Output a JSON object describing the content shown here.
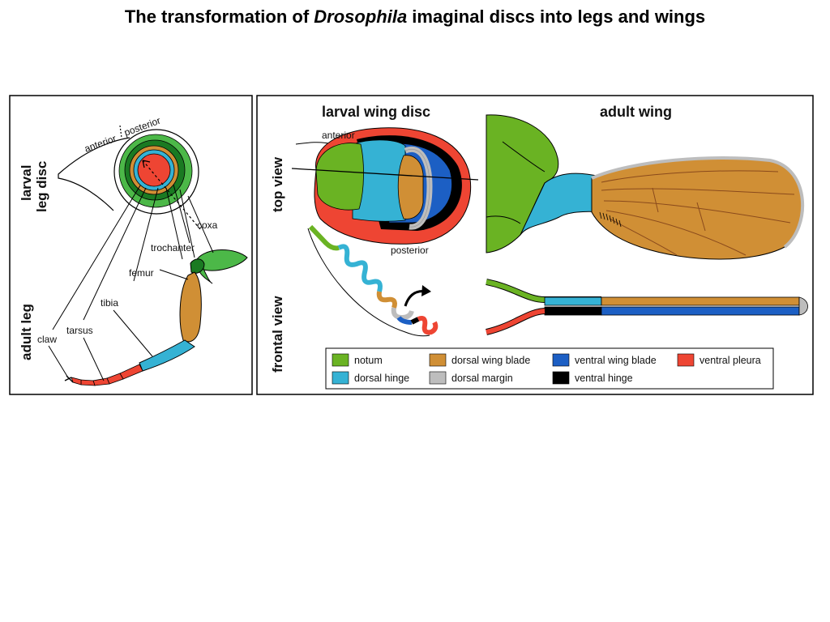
{
  "title": {
    "prefix": "The transformation of ",
    "italic": "Drosophila",
    "suffix": " imaginal discs into legs and wings"
  },
  "leg_panel": {
    "side_label_top_line1": "larval",
    "side_label_top_line2": "leg disc",
    "side_label_bottom": "adult leg",
    "axis_anterior": "anterior",
    "axis_posterior": "posterior",
    "parts": {
      "coxa": "coxa",
      "trochanter": "trochanter",
      "femur": "femur",
      "tibia": "tibia",
      "tarsus": "tarsus",
      "claw": "claw"
    }
  },
  "wing_panel": {
    "header_disc": "larval wing disc",
    "header_adult": "adult wing",
    "side_top": "top view",
    "side_bottom": "frontal view",
    "disc_anterior": "anterior",
    "disc_posterior": "posterior"
  },
  "legend": {
    "items": [
      {
        "label": "notum",
        "color": "#6ab323"
      },
      {
        "label": "dorsal wing blade",
        "color": "#d08f35"
      },
      {
        "label": "ventral wing blade",
        "color": "#1c5fc4"
      },
      {
        "label": "ventral pleura",
        "color": "#ee4533"
      },
      {
        "label": "dorsal hinge",
        "color": "#35b2d4"
      },
      {
        "label": "dorsal margin",
        "color": "#bdbdbd"
      },
      {
        "label": "ventral hinge",
        "color": "#000000"
      }
    ]
  },
  "colors": {
    "notum": "#6ab323",
    "dorsal_hinge": "#35b2d4",
    "dorsal_wing_blade": "#d08f35",
    "dorsal_margin": "#bdbdbd",
    "ventral_wing_blade": "#1c5fc4",
    "ventral_hinge": "#000000",
    "ventral_pleura": "#ee4533",
    "leg_dark_green": "#1a7a22",
    "leg_mid_green": "#4cb848"
  }
}
